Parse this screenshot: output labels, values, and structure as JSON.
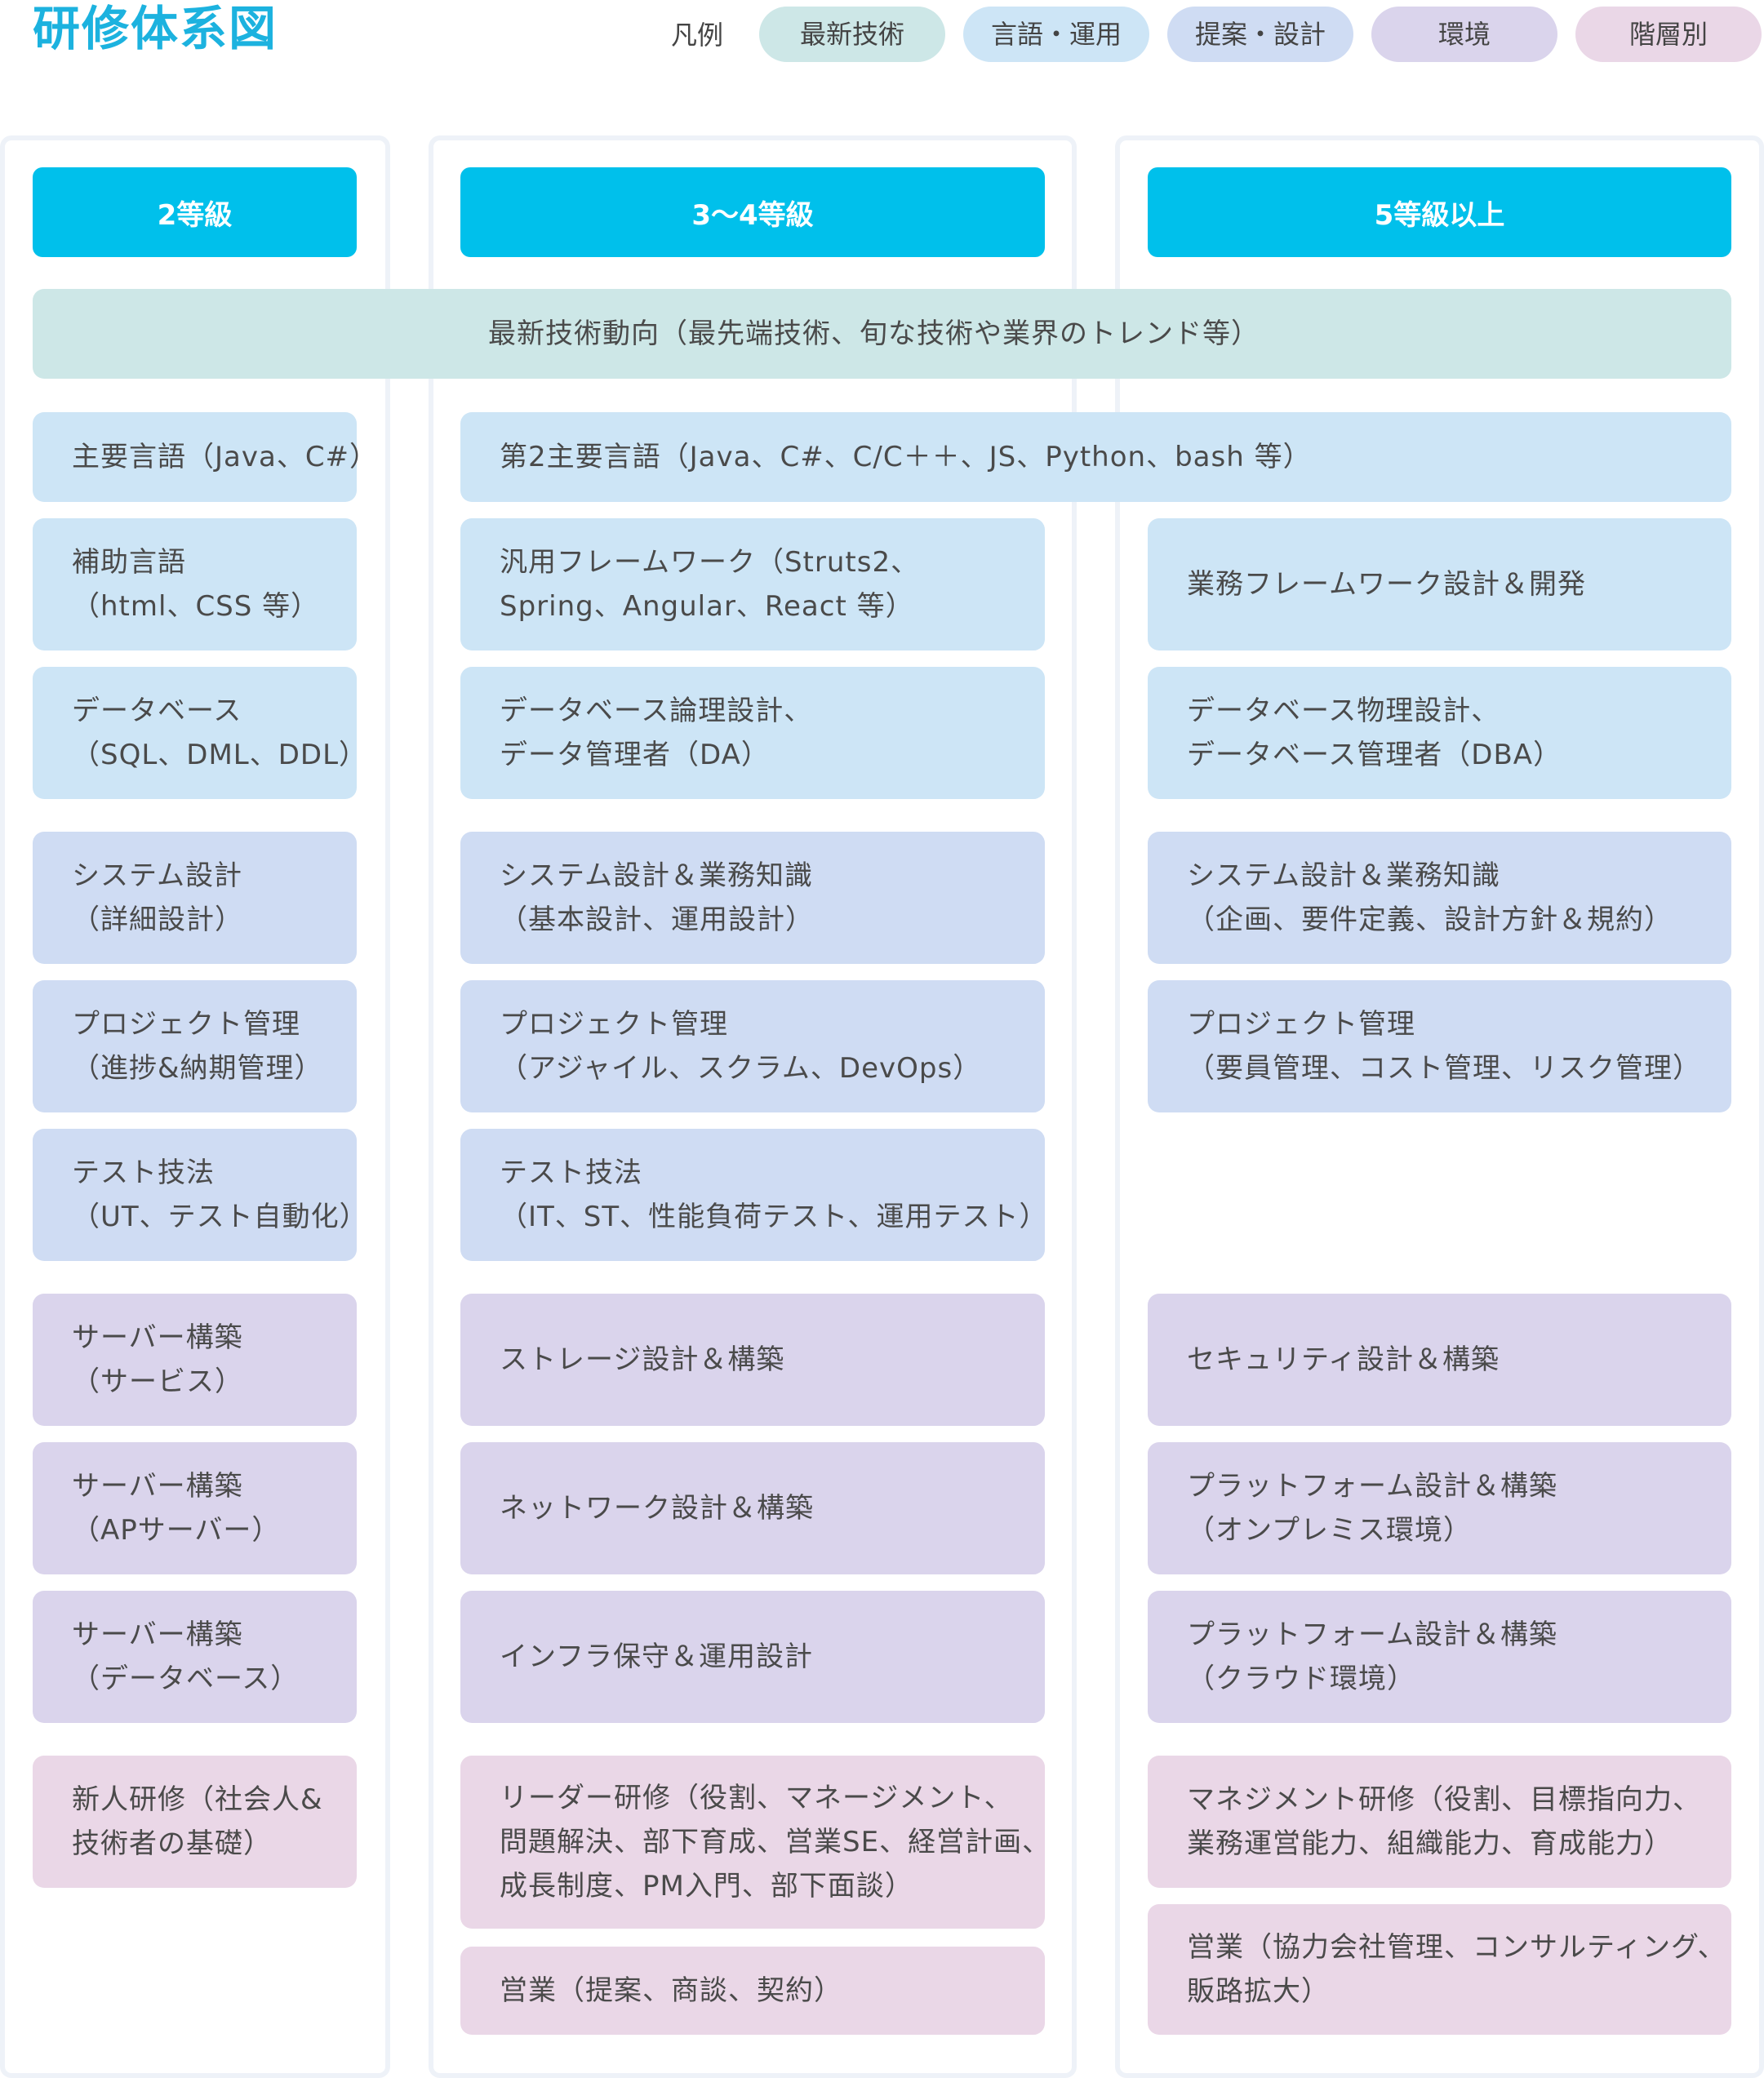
{
  "title": "研修体系図",
  "legend": {
    "label": "凡例",
    "items": [
      {
        "label": "最新技術",
        "color": "#cde7e7"
      },
      {
        "label": "言語・運用",
        "color": "#cde5f6"
      },
      {
        "label": "提案・設計",
        "color": "#cfdcf3"
      },
      {
        "label": "環境",
        "color": "#dad4ec"
      },
      {
        "label": "階層別",
        "color": "#ead7e7"
      }
    ]
  },
  "columns": [
    "2等級",
    "3〜4等級",
    "5等級以上"
  ],
  "banner": "最新技術動向（最先端技術、旬な技術や業界のトレンド等）",
  "grade2": {
    "lang1": [
      "主要言語（Java、C#）"
    ],
    "lang2": [
      "補助言語",
      "（html、CSS 等）"
    ],
    "lang3": [
      "データベース",
      "（SQL、DML、DDL）"
    ],
    "des1": [
      "システム設計",
      "（詳細設計）"
    ],
    "des2": [
      "プロジェクト管理",
      "（進捗&納期管理）"
    ],
    "des3": [
      "テスト技法",
      "（UT、テスト自動化）"
    ],
    "env1": [
      "サーバー構築",
      "（サービス）"
    ],
    "env2": [
      "サーバー構築",
      "（APサーバー）"
    ],
    "env3": [
      "サーバー構築",
      "（データベース）"
    ],
    "lev1": [
      "新人研修（社会人&",
      "技術者の基礎）"
    ]
  },
  "grade34": {
    "lang1": [
      "第2主要言語（Java、C#、C/C＋＋、JS、Python、bash 等）"
    ],
    "lang2": [
      "汎用フレームワーク（Struts2、",
      "Spring、Angular、React 等）"
    ],
    "lang3": [
      "データベース論理設計、",
      "データ管理者（DA）"
    ],
    "des1": [
      "システム設計＆業務知識",
      "（基本設計、運用設計）"
    ],
    "des2": [
      "プロジェクト管理",
      "（アジャイル、スクラム、DevOps）"
    ],
    "des3": [
      "テスト技法",
      "（IT、ST、性能負荷テスト、運用テスト）"
    ],
    "env1": [
      "ストレージ設計＆構築"
    ],
    "env2": [
      "ネットワーク設計＆構築"
    ],
    "env3": [
      "インフラ保守＆運用設計"
    ],
    "lev1": [
      "リーダー研修（役割、マネージメント、",
      "問題解決、部下育成、営業SE、経営計画、",
      "成長制度、PM入門、部下面談）"
    ],
    "lev2": [
      "営業（提案、商談、契約）"
    ]
  },
  "grade5": {
    "lang2": [
      "業務フレームワーク設計＆開発"
    ],
    "lang3": [
      "データベース物理設計、",
      "データベース管理者（DBA）"
    ],
    "des1": [
      "システム設計＆業務知識",
      "（企画、要件定義、設計方針＆規約）"
    ],
    "des2": [
      "プロジェクト管理",
      "（要員管理、コスト管理、リスク管理）"
    ],
    "env1": [
      "セキュリティ設計＆構築"
    ],
    "env2": [
      "プラットフォーム設計＆構築",
      "（オンプレミス環境）"
    ],
    "env3": [
      "プラットフォーム設計＆構築",
      "（クラウド環境）"
    ],
    "lev1": [
      "マネジメント研修（役割、目標指向力、",
      "業務運営能力、組織能力、育成能力）"
    ],
    "lev2": [
      "営業（協力会社管理、コンサルティング、",
      "販路拡大）"
    ]
  }
}
